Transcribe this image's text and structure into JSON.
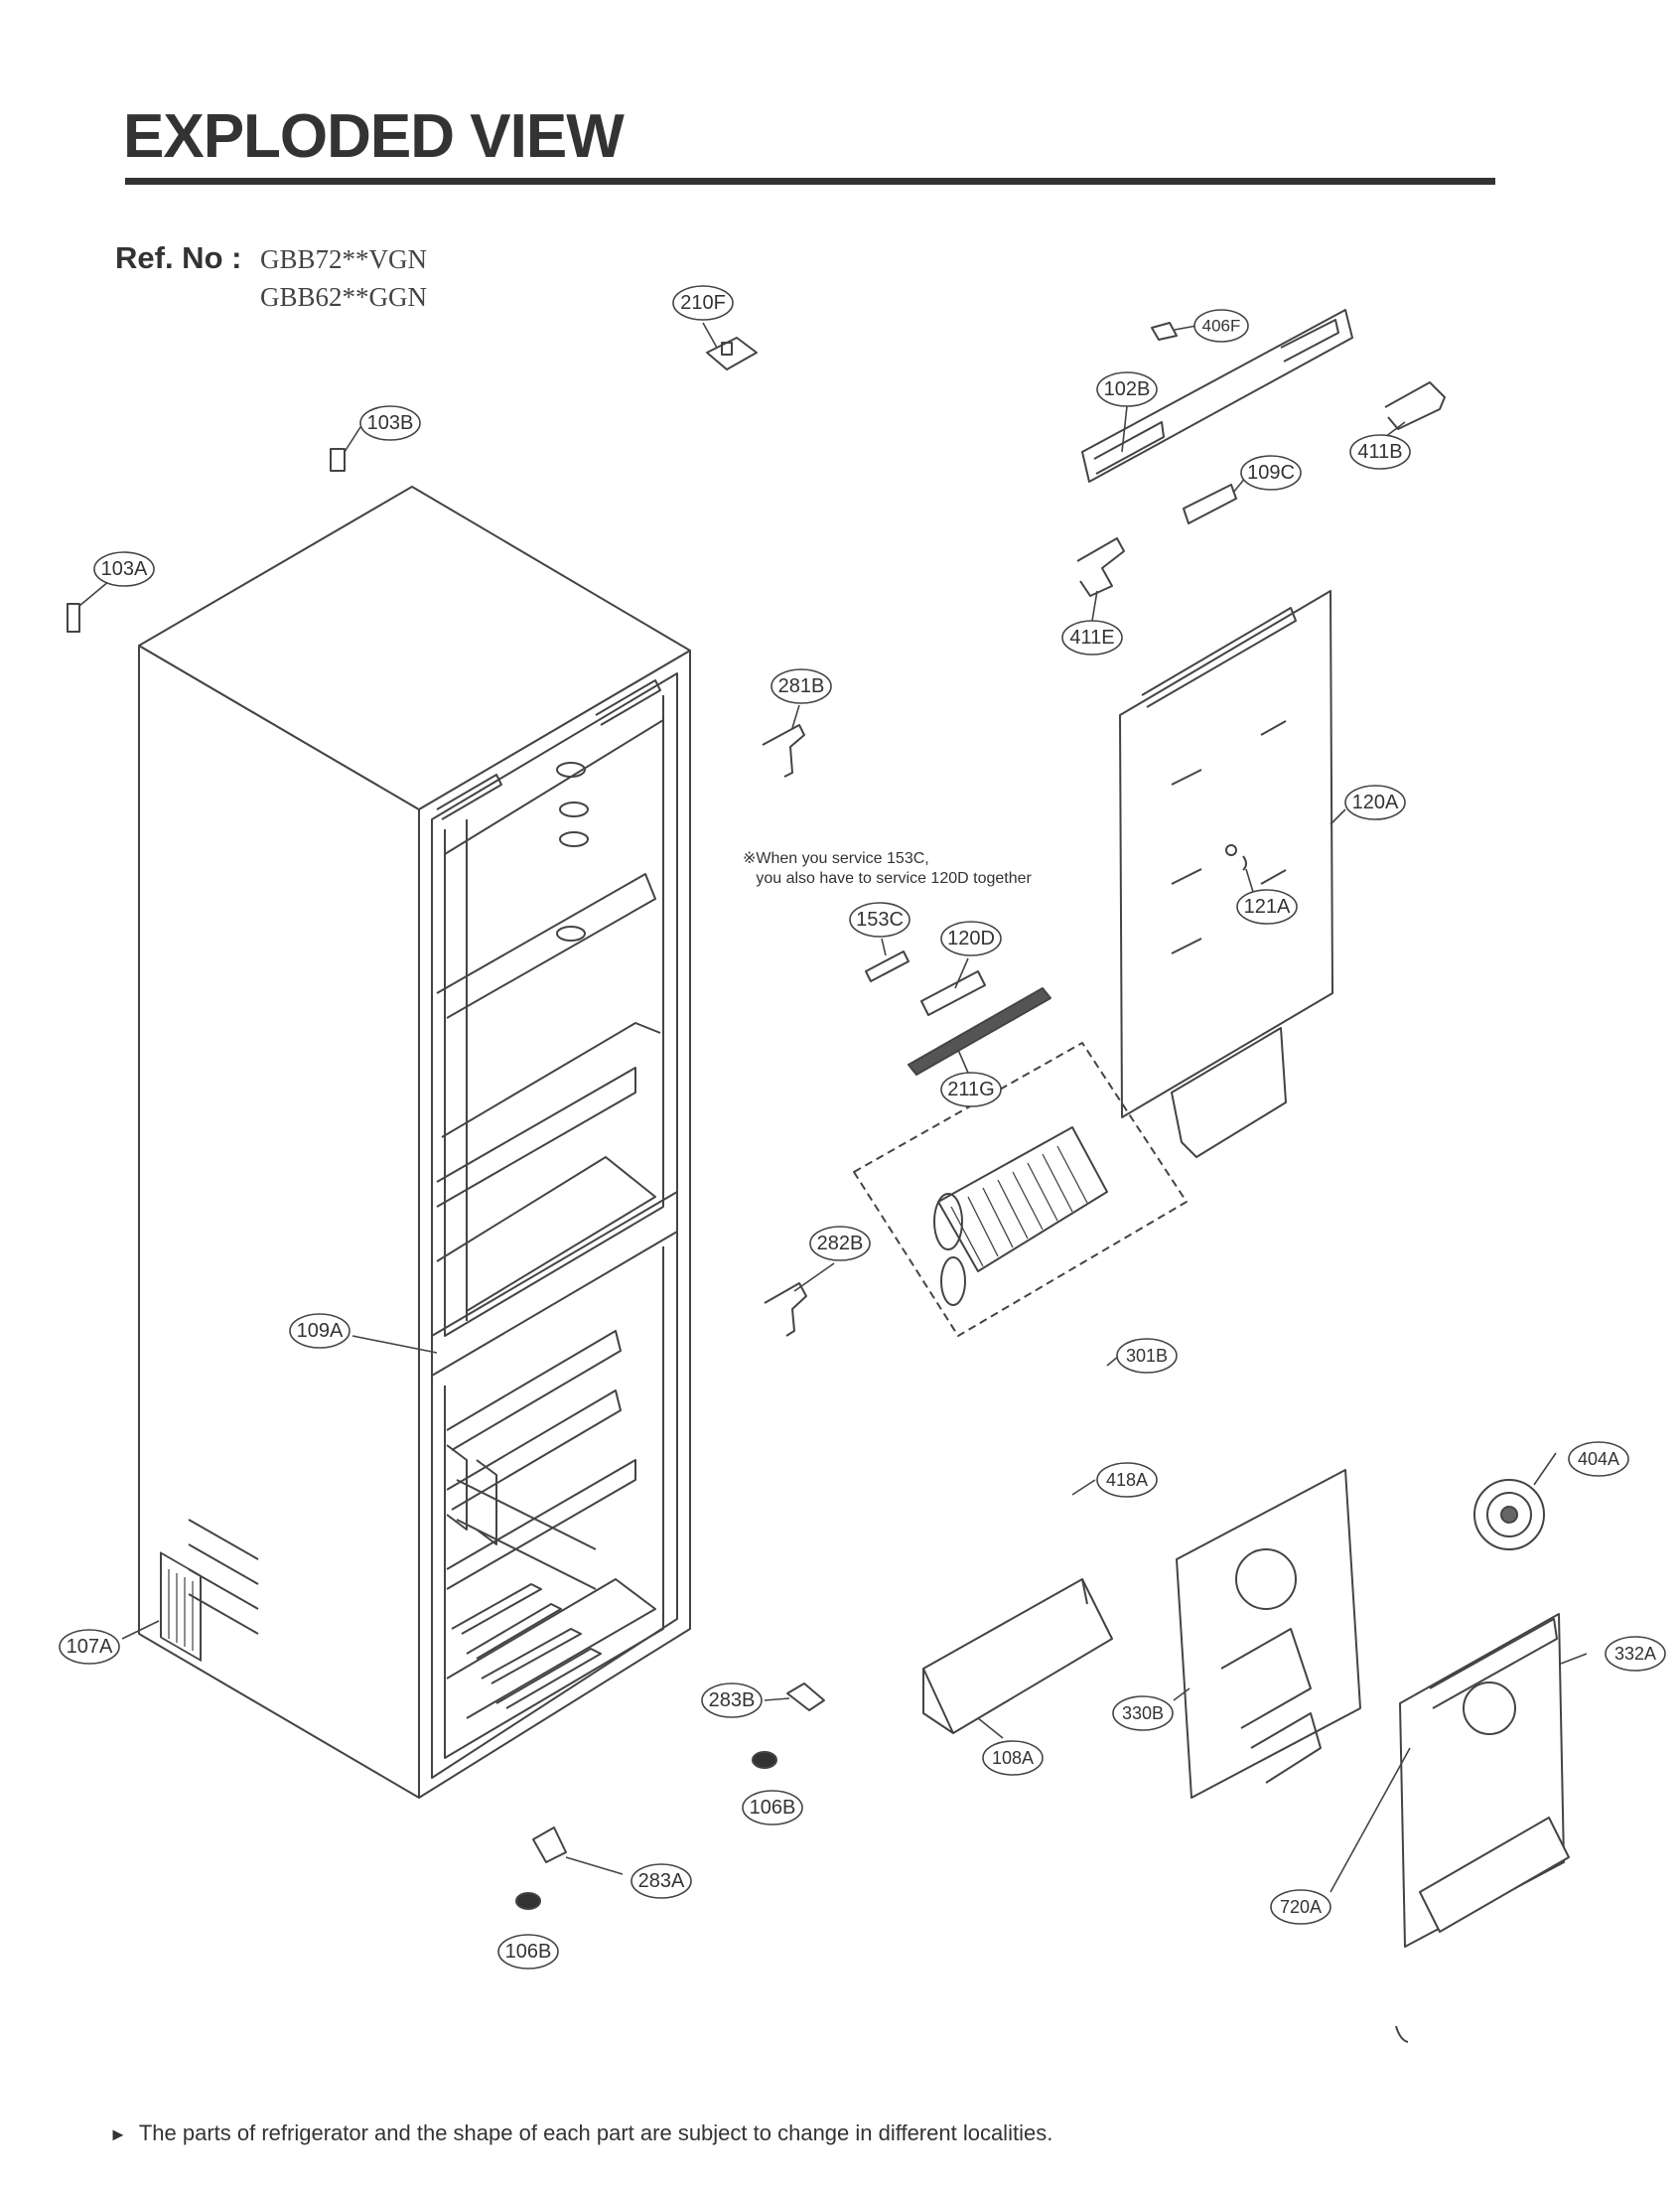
{
  "header": {
    "title": "EXPLODED VIEW",
    "ref_label": "Ref. No :",
    "models": [
      "GBB72**VGN",
      "GBB62**GGN"
    ]
  },
  "note": {
    "text": "※When you service 153C,\n   you also have to service 120D together"
  },
  "callouts": [
    "210F",
    "406F",
    "102B",
    "411B",
    "109C",
    "103B",
    "103A",
    "411E",
    "281B",
    "120A",
    "121A",
    "153C",
    "120D",
    "211G",
    "282B",
    "109A",
    "301B",
    "418A",
    "404A",
    "107A",
    "332A",
    "330B",
    "283B",
    "108A",
    "106B",
    "283A",
    "720A",
    "106B"
  ],
  "footer": {
    "arrow": "►",
    "text": "The parts of refrigerator and the shape of each part are subject to change in different localities."
  },
  "colors": {
    "ink": "#333333",
    "line": "#444444",
    "background": "#ffffff"
  }
}
